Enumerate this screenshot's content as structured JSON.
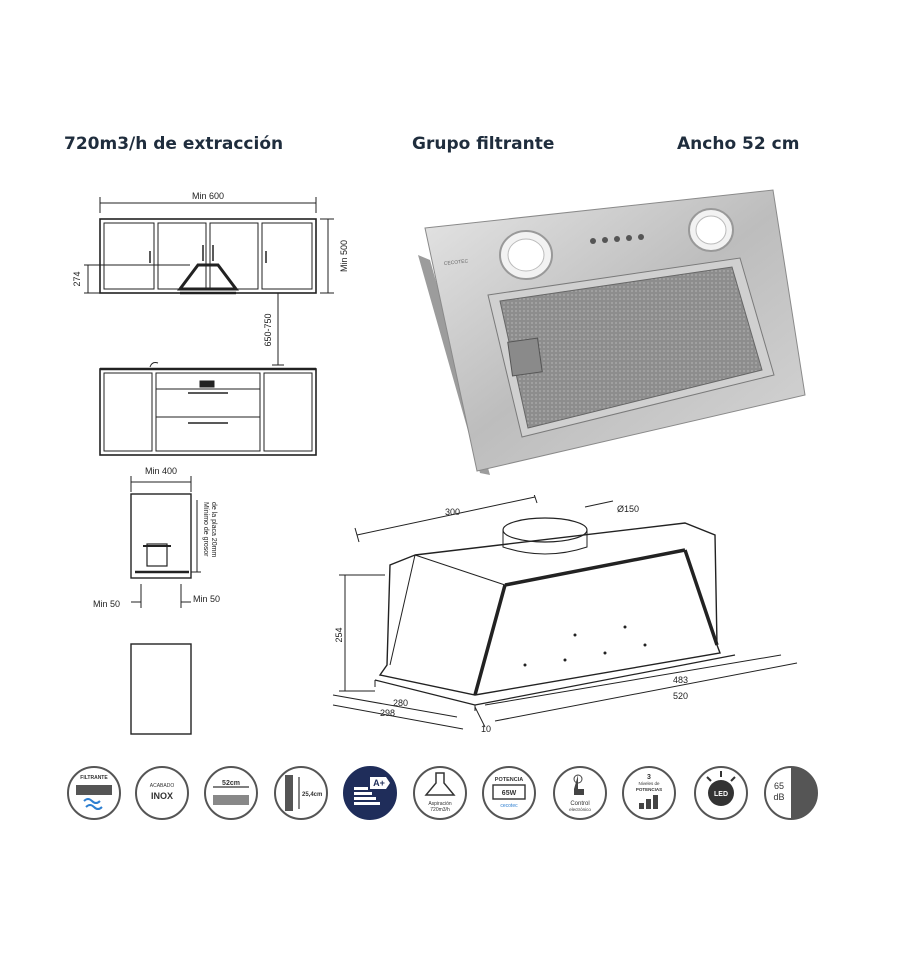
{
  "headings": {
    "extraction": "720m3/h de extracción",
    "group": "Grupo filtrante",
    "width": "Ancho 52 cm"
  },
  "front_view": {
    "width_label": "Min 600",
    "cabinet_height_label": "274",
    "side_height_label": "Min 500",
    "clearance_label": "650-750"
  },
  "side_view": {
    "depth_label": "Min 400",
    "grease_label_1": "Mínimo de grosor",
    "grease_label_2": "de la placa 20mm",
    "left_gap_label": "Min 50",
    "right_gap_label": "Min 50"
  },
  "product": {
    "brand_label": "CECOTEC",
    "button_count": 5
  },
  "unit_dimensions": {
    "depth_top": "300",
    "duct_diameter": "Ø150",
    "height": "254",
    "inner_depth": "280",
    "outer_depth": "298",
    "inner_width": "483",
    "outer_width": "520",
    "frame": "10"
  },
  "feature_icons": [
    {
      "name": "filter-icon",
      "label": "FILTRANTE"
    },
    {
      "name": "finish-icon",
      "label_top": "ACABADO",
      "label_main": "INOX"
    },
    {
      "name": "width-icon",
      "label": "52cm"
    },
    {
      "name": "height-icon",
      "label": "25,4cm"
    },
    {
      "name": "energy-class-icon",
      "label": "A+"
    },
    {
      "name": "aspiration-icon",
      "label_top": "Aspiración",
      "label_bottom": "720m3/h"
    },
    {
      "name": "power-icon",
      "label_top": "POTENCIA",
      "label_main": "65W",
      "label_bottom": "cecotec"
    },
    {
      "name": "control-icon",
      "label_top": "Control",
      "label_bottom": "electrónico"
    },
    {
      "name": "power-levels-icon",
      "label_top": "3",
      "label_mid": "Niveles de",
      "label_bottom": "POTENCIAS"
    },
    {
      "name": "led-icon",
      "label": "LED"
    },
    {
      "name": "noise-icon",
      "label_top": "65",
      "label_bottom": "dB"
    }
  ]
}
